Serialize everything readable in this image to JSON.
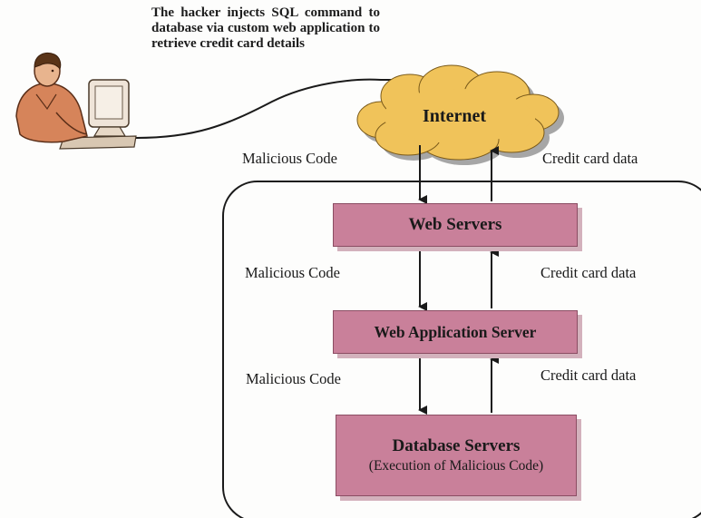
{
  "caption": "The hacker injects SQL command to database via custom web application to retrieve credit card details",
  "internet": "Internet",
  "boxes": {
    "web_servers": "Web Servers",
    "web_app_server": "Web Application Server",
    "database_servers": "Database Servers",
    "database_subtitle": "(Execution of Malicious Code)"
  },
  "labels": {
    "malicious_1": "Malicious Code",
    "credit_1": "Credit card data",
    "malicious_2": "Malicious Code",
    "credit_2": "Credit card data",
    "malicious_3": "Malicious Code",
    "credit_3": "Credit card data"
  },
  "colors": {
    "box_fill": "#c9809a",
    "box_shadow": "#d3b1bc",
    "cloud_fill": "#f0c35a",
    "cloud_shadow": "#8a8a8a",
    "line": "#1a1a1a"
  },
  "icons": {
    "hacker": "hacker-at-computer-clipart"
  }
}
